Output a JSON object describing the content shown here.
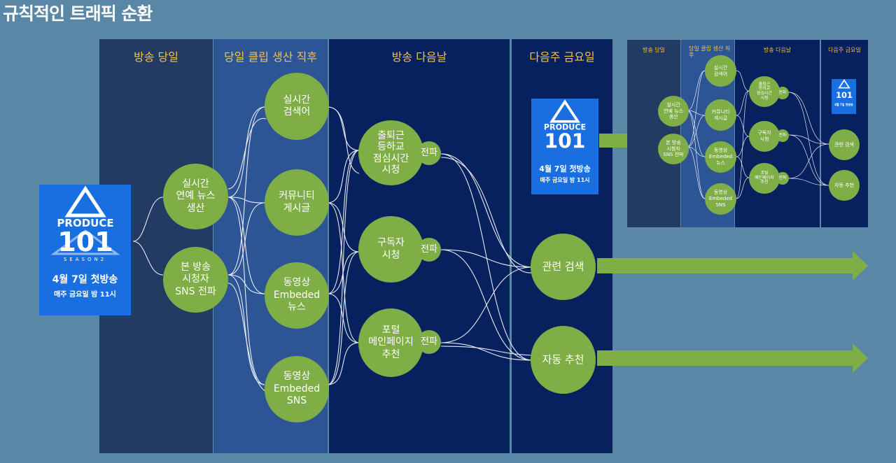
{
  "title": "규칙적인 트래픽 순환",
  "colors": {
    "background": "#5b87a6",
    "col1": "#233a63",
    "col2": "#2d5595",
    "col3": "#06215e",
    "col4": "#06215e",
    "node": "#7fae47",
    "header": "#f5c242",
    "poster": "#1a6fe0",
    "arrow": "#7fae47"
  },
  "columns": [
    "방송 당일",
    "당일 클립 생산 직후",
    "방송 다음날",
    "다음주 금요일"
  ],
  "poster": {
    "brand": "PRODUCE",
    "number": "101",
    "season": "SEASON2",
    "line1": "4월 7일 첫방송",
    "line2": "매주 금요일 밤 11시"
  },
  "nodes": {
    "realtime_news": "실시간\n연예 뉴스\n생산",
    "viewer_sns": "본 방송\n시청자\nSNS 전파",
    "realtime_search": "실시간\n검색어",
    "community": "커뮤니티\n게시글",
    "embed_news": "동영상\nEmbeded\n뉴스",
    "embed_sns": "동영상\nEmbeded\nSNS",
    "commute": "출퇴근\n등하교\n점심시간\n시청",
    "subscriber": "구독자\n시청",
    "portal": "포털\n메인페이지\n추천",
    "spread": "전파",
    "related_search": "관련 검색",
    "auto_recommend": "자동 추천"
  }
}
